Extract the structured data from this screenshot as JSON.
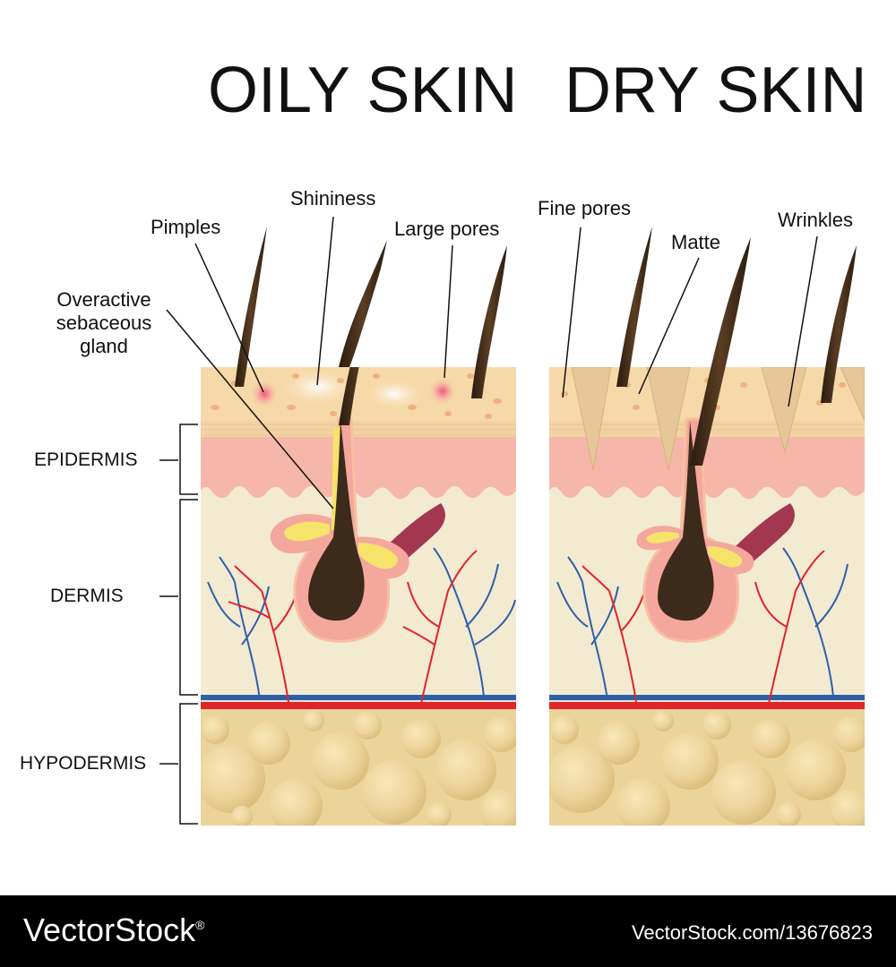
{
  "titles": {
    "oily": "OILY SKIN",
    "dry": "DRY SKIN"
  },
  "oily_labels": {
    "pimples": "Pimples",
    "shininess": "Shininess",
    "large_pores": "Large pores",
    "gland_line1": "Overactive",
    "gland_line2": "sebaceous",
    "gland_line3": "gland"
  },
  "dry_labels": {
    "fine_pores": "Fine pores",
    "matte": "Matte",
    "wrinkles": "Wrinkles"
  },
  "layers": {
    "epidermis": "EPIDERMIS",
    "dermis": "DERMIS",
    "hypodermis": "HYPODERMIS"
  },
  "colors": {
    "skin_surface": "#f6d9a8",
    "epidermis_pink": "#f6b7aa",
    "dermis": "#f3ead2",
    "fat": "#ead49a",
    "hair": "#3c2a1a",
    "artery": "#e0242b",
    "vein": "#2f5fa8",
    "sebum": "#f5e36a",
    "muscle": "#a3374f"
  },
  "footer": {
    "logo": "VectorStock",
    "logo_mark": "®",
    "url": "VectorStock.com/13676823"
  }
}
